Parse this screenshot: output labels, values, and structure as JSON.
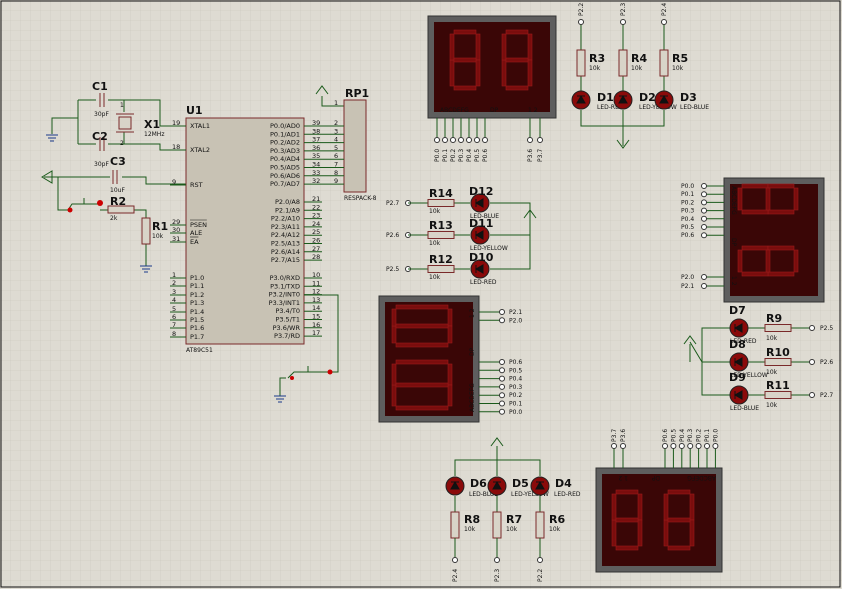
{
  "mcu": {
    "ref": "U1",
    "part": "AT89C51",
    "left_pins": [
      {
        "num": "19",
        "name": "XTAL1"
      },
      {
        "num": "18",
        "name": "XTAL2"
      },
      {
        "num": "9",
        "name": "RST"
      },
      {
        "num": "29",
        "name": "PSEN"
      },
      {
        "num": "30",
        "name": "ALE"
      },
      {
        "num": "31",
        "name": "EA"
      },
      {
        "num": "1",
        "name": "P1.0"
      },
      {
        "num": "2",
        "name": "P1.1"
      },
      {
        "num": "3",
        "name": "P1.2"
      },
      {
        "num": "4",
        "name": "P1.3"
      },
      {
        "num": "5",
        "name": "P1.4"
      },
      {
        "num": "6",
        "name": "P1.5"
      },
      {
        "num": "7",
        "name": "P1.6"
      },
      {
        "num": "8",
        "name": "P1.7"
      }
    ],
    "right_pins": [
      {
        "num": "39",
        "name": "P0.0/AD0"
      },
      {
        "num": "38",
        "name": "P0.1/AD1"
      },
      {
        "num": "37",
        "name": "P0.2/AD2"
      },
      {
        "num": "36",
        "name": "P0.3/AD3"
      },
      {
        "num": "35",
        "name": "P0.4/AD4"
      },
      {
        "num": "34",
        "name": "P0.5/AD5"
      },
      {
        "num": "33",
        "name": "P0.6/AD6"
      },
      {
        "num": "32",
        "name": "P0.7/AD7"
      },
      {
        "num": "21",
        "name": "P2.0/A8"
      },
      {
        "num": "22",
        "name": "P2.1/A9"
      },
      {
        "num": "23",
        "name": "P2.2/A10"
      },
      {
        "num": "24",
        "name": "P2.3/A11"
      },
      {
        "num": "25",
        "name": "P2.4/A12"
      },
      {
        "num": "26",
        "name": "P2.5/A13"
      },
      {
        "num": "27",
        "name": "P2.6/A14"
      },
      {
        "num": "28",
        "name": "P2.7/A15"
      },
      {
        "num": "10",
        "name": "P3.0/RXD"
      },
      {
        "num": "11",
        "name": "P3.1/TXD"
      },
      {
        "num": "12",
        "name": "P3.2/INT0"
      },
      {
        "num": "13",
        "name": "P3.3/INT1"
      },
      {
        "num": "14",
        "name": "P3.4/T0"
      },
      {
        "num": "15",
        "name": "P3.5/T1"
      },
      {
        "num": "16",
        "name": "P3.6/WR"
      },
      {
        "num": "17",
        "name": "P3.7/RD"
      }
    ]
  },
  "rp1": {
    "ref": "RP1",
    "part": "RESPACK-8",
    "pins": [
      "1",
      "2",
      "3",
      "4",
      "5",
      "6",
      "7",
      "8",
      "9"
    ]
  },
  "osc": {
    "c1": {
      "ref": "C1",
      "value": "30pF"
    },
    "c2": {
      "ref": "C2",
      "value": "30pF"
    },
    "c3": {
      "ref": "C3",
      "value": "10uF"
    },
    "x1": {
      "ref": "X1",
      "value": "12MHz"
    },
    "r1": {
      "ref": "R1",
      "value": "10k"
    },
    "r2": {
      "ref": "R2",
      "value": "2k"
    },
    "cap_pins": {
      "one": "1",
      "two": "2"
    }
  },
  "displays": {
    "top": {
      "seg_label": "ABCDEFG",
      "dp": "DP",
      "digits": "1 2",
      "pins": [
        "P0.0",
        "P0.1",
        "P0.2",
        "P0.3",
        "P0.4",
        "P0.5",
        "P0.6",
        "P3.6",
        "P3.7"
      ]
    },
    "right": {
      "seg_label": "ABCDEFG",
      "dp": "DP",
      "digits": "1 2",
      "pins": [
        "P0.0",
        "P0.1",
        "P0.2",
        "P0.3",
        "P0.4",
        "P0.5",
        "P0.6",
        "P2.0",
        "P2.1"
      ]
    },
    "center": {
      "seg_label": "ABCDEFG",
      "dp": "DP",
      "digits": "1 2",
      "pins": [
        "P2.1",
        "P2.0",
        "P0.6",
        "P0.5",
        "P0.4",
        "P0.3",
        "P0.2",
        "P0.1",
        "P0.0"
      ]
    },
    "bottom": {
      "seg_label": "ABCDEFG",
      "dp": "DP",
      "digits": "1 2",
      "pins": [
        "P3.7",
        "P3.6",
        "P0.6",
        "P0.5",
        "P0.4",
        "P0.3",
        "P0.2",
        "P0.1",
        "P0.0"
      ]
    }
  },
  "led_groups": {
    "top": {
      "resistors": [
        {
          "ref": "R3",
          "value": "10k",
          "net": "P2.2"
        },
        {
          "ref": "R4",
          "value": "10k",
          "net": "P2.3"
        },
        {
          "ref": "R5",
          "value": "10k",
          "net": "P2.4"
        }
      ],
      "leds": [
        {
          "ref": "D1",
          "color": "LED-RED"
        },
        {
          "ref": "D2",
          "color": "LED-YELLOW"
        },
        {
          "ref": "D3",
          "color": "LED-BLUE"
        }
      ]
    },
    "middle": {
      "resistors": [
        {
          "ref": "R14",
          "value": "10k",
          "net": "P2.7"
        },
        {
          "ref": "R13",
          "value": "10k",
          "net": "P2.6"
        },
        {
          "ref": "R12",
          "value": "10k",
          "net": "P2.5"
        }
      ],
      "leds": [
        {
          "ref": "D12",
          "color": "LED-BLUE"
        },
        {
          "ref": "D11",
          "color": "LED-YELLOW"
        },
        {
          "ref": "D10",
          "color": "LED-RED"
        }
      ]
    },
    "right": {
      "resistors": [
        {
          "ref": "R9",
          "value": "10k",
          "net": "P2.5"
        },
        {
          "ref": "R10",
          "value": "10k",
          "net": "P2.6"
        },
        {
          "ref": "R11",
          "value": "10k",
          "net": "P2.7"
        }
      ],
      "leds": [
        {
          "ref": "D7",
          "color": "LED-RED"
        },
        {
          "ref": "D8",
          "color": "LED-YELLOW"
        },
        {
          "ref": "D9",
          "color": "LED-BLUE"
        }
      ]
    },
    "bottom": {
      "resistors": [
        {
          "ref": "R8",
          "value": "10k",
          "net": "P2.4"
        },
        {
          "ref": "R7",
          "value": "10k",
          "net": "P2.3"
        },
        {
          "ref": "R6",
          "value": "10k",
          "net": "P2.2"
        }
      ],
      "leds": [
        {
          "ref": "D6",
          "color": "LED-BLUE"
        },
        {
          "ref": "D5",
          "color": "LED-YELLOW"
        },
        {
          "ref": "D4",
          "color": "LED-RED"
        }
      ]
    }
  },
  "colors": {
    "background": "#dedbd2",
    "grid": "#c9c6bc",
    "wire": "#1a5a1a",
    "component": "#7a2a2a",
    "chip_fill": "#c8c2b4",
    "display_body": "#5e5e5e",
    "display_face": "#3a0606",
    "led_fill": "#8a0a0a"
  }
}
